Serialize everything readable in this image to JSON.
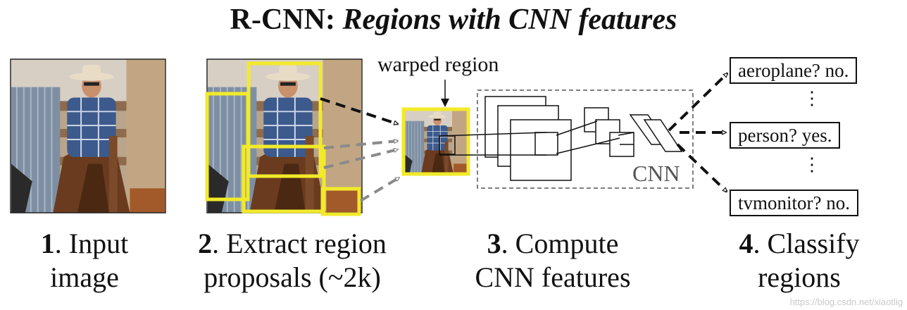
{
  "title": {
    "bold": "R-CNN: ",
    "italic": "Regions with CNN features"
  },
  "labels": {
    "warped_region": "warped region",
    "cnn": "CNN"
  },
  "steps": [
    {
      "num": "1",
      "line1": ". Input",
      "line2": "image"
    },
    {
      "num": "2",
      "line1": ". Extract region",
      "line2": "proposals (~2k)"
    },
    {
      "num": "3",
      "line1": ". Compute",
      "line2": "CNN features"
    },
    {
      "num": "4",
      "line1": ". Classify",
      "line2": "regions"
    }
  ],
  "classes": [
    {
      "text": "aeroplane? no."
    },
    {
      "text": "person? yes."
    },
    {
      "text": "tvmonitor? no."
    }
  ],
  "vdots": "⋮",
  "watermark": "https://blog.csdn.net/xiaotlig",
  "colors": {
    "proposal": "#f2ea2a",
    "arrow_dark": "#111111",
    "arrow_gray": "#8a8a8a"
  }
}
